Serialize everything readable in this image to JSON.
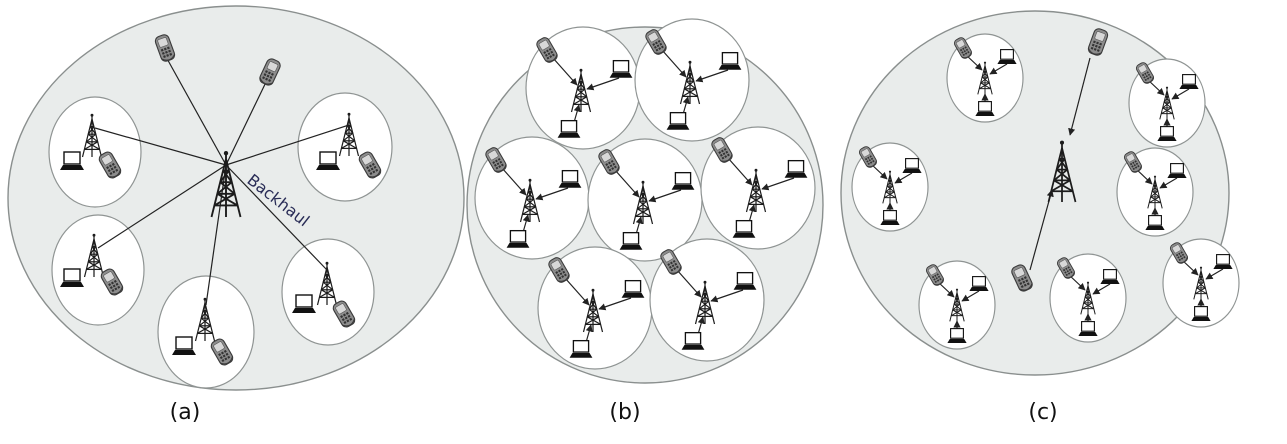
{
  "figure": {
    "panels": [
      {
        "id": "a",
        "label": "(a)",
        "annotation": "Backhaul"
      },
      {
        "id": "b",
        "label": "(b)"
      },
      {
        "id": "c",
        "label": "(c)"
      }
    ],
    "colors": {
      "macro_cell_fill": "#e9eceb",
      "small_cell_fill": "#ffffff",
      "outline": "#8a8f8e",
      "backhaul_text": "#2a2d57"
    },
    "icons": [
      "cell-tower-icon",
      "mobile-phone-icon",
      "laptop-icon"
    ]
  }
}
